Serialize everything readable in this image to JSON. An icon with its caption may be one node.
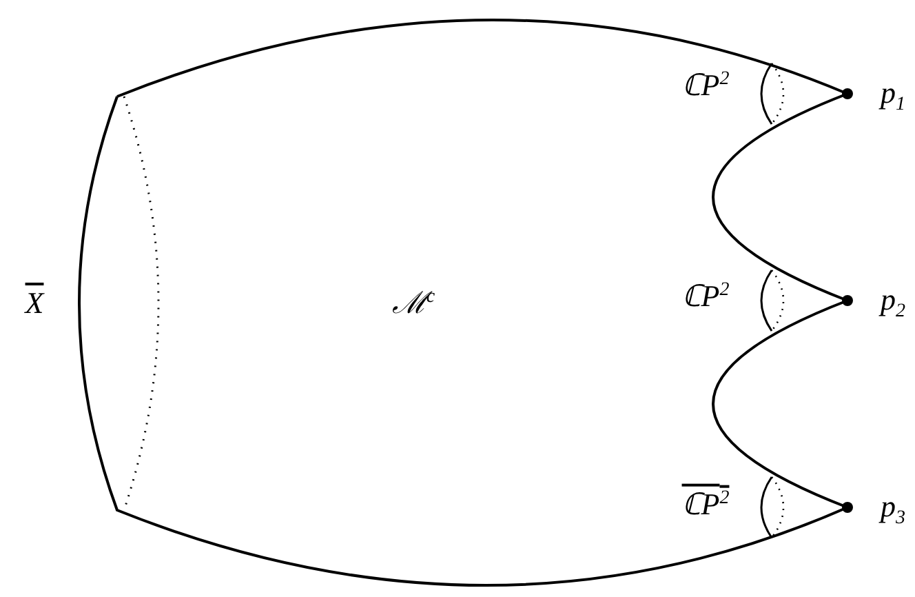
{
  "diagram": {
    "labels": [
      "X",
      "ℳ$^{c}$",
      "ℂP$^{2}$",
      "*p*$_{1}$",
      "ℂP$^{2}$",
      "*p*$_{2}$",
      "ℂP$^{2}$",
      "*p*$_{3}$"
    ]
  }
}
